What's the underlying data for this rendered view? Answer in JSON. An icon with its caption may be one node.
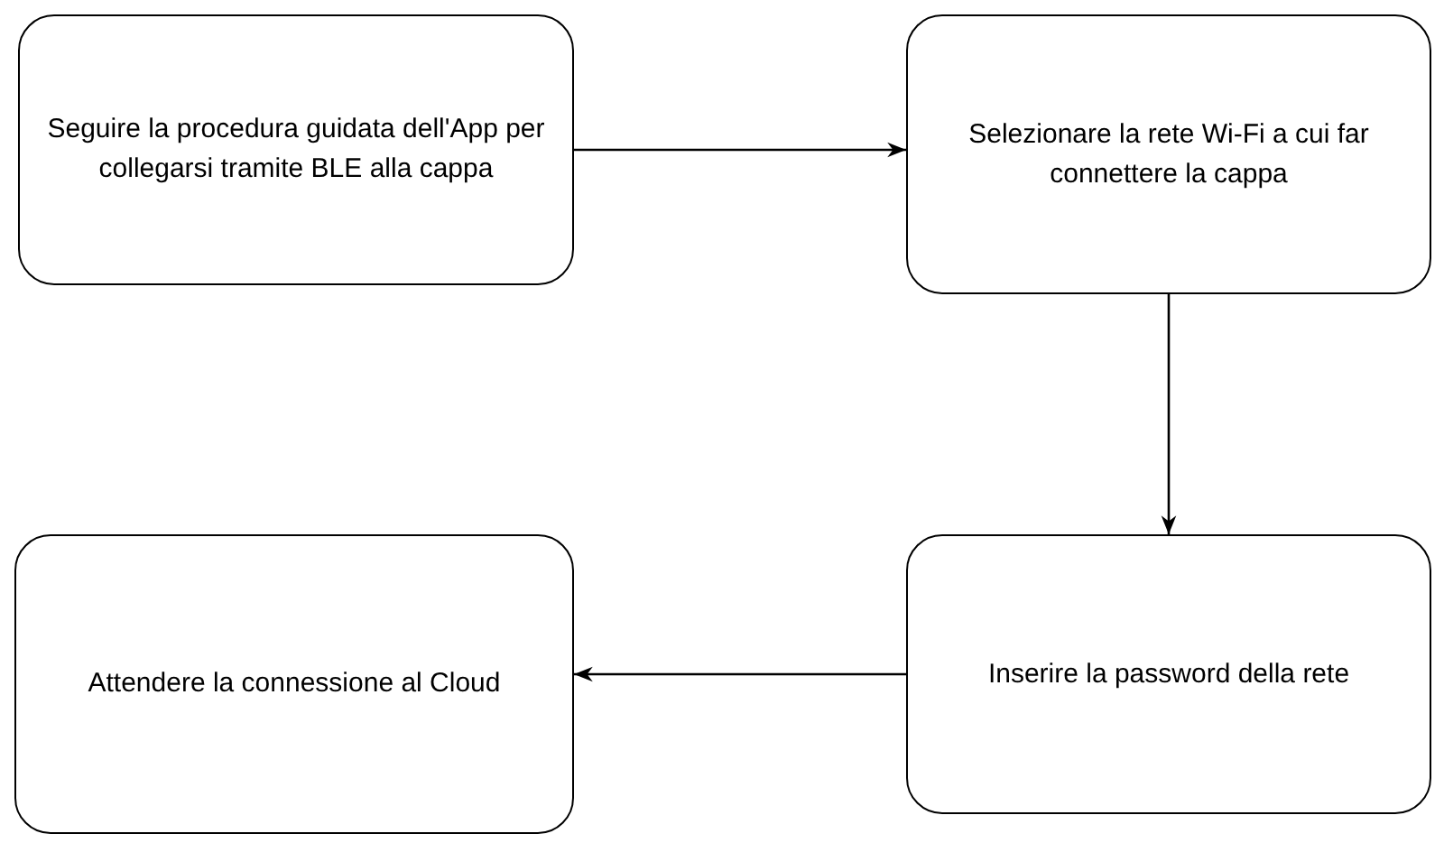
{
  "diagram": {
    "nodes": [
      {
        "text": [
          "Seguire la procedura guidata dell'App per collegarsi tramite BLE alla cappa"
        ]
      },
      {
        "text": [
          "Selezionare la rete Wi-Fi a cui far connettere la cappa"
        ]
      },
      {
        "text": [
          "Inserire la password della rete"
        ]
      },
      {
        "text": [
          "Attendere la connessione al Cloud"
        ]
      }
    ],
    "edges": [
      {
        "from": 0,
        "to": 1,
        "arrow": "to"
      },
      {
        "from": 1,
        "to": 2,
        "arrow": "to"
      },
      {
        "from": 2,
        "to": 3,
        "arrow": "to"
      }
    ]
  }
}
